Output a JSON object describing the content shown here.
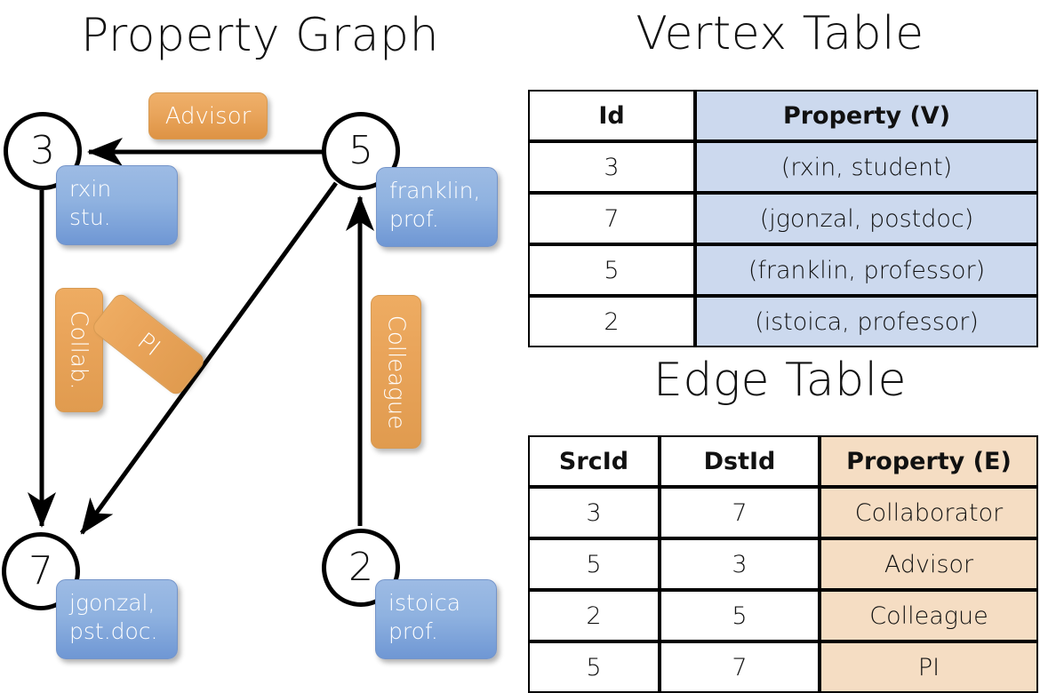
{
  "titles": {
    "property_graph": "Property Graph",
    "vertex_table": "Vertex Table",
    "edge_table": "Edge Table"
  },
  "graph": {
    "nodes": [
      {
        "id": "3",
        "property": "rxin\nstu."
      },
      {
        "id": "5",
        "property": "franklin,\nprof."
      },
      {
        "id": "7",
        "property": "jgonzal,\npst.doc."
      },
      {
        "id": "2",
        "property": "istoica\nprof."
      }
    ],
    "node_labels": {
      "n3": "3",
      "n5": "5",
      "n7": "7",
      "n2": "2"
    },
    "vertex_boxes": {
      "rxin_line1": "rxin",
      "rxin_line2": "stu.",
      "franklin_line1": "franklin,",
      "franklin_line2": "prof.",
      "jgonzal_line1": "jgonzal,",
      "jgonzal_line2": "pst.doc.",
      "istoica_line1": "istoica",
      "istoica_line2": "prof."
    },
    "edge_boxes": {
      "advisor": "Advisor",
      "collab": "Collab.",
      "pi": "PI",
      "colleague": "Colleague"
    },
    "edges": [
      {
        "from": "5",
        "to": "3",
        "label": "Advisor"
      },
      {
        "from": "3",
        "to": "7",
        "label": "Collab."
      },
      {
        "from": "5",
        "to": "7",
        "label": "PI"
      },
      {
        "from": "2",
        "to": "5",
        "label": "Colleague"
      }
    ]
  },
  "vertex_table": {
    "headers": [
      "Id",
      "Property (V)"
    ],
    "rows": [
      {
        "id": "3",
        "property": "(rxin, student)"
      },
      {
        "id": "7",
        "property": "(jgonzal, postdoc)"
      },
      {
        "id": "5",
        "property": "(franklin, professor)"
      },
      {
        "id": "2",
        "property": "(istoica, professor)"
      }
    ]
  },
  "edge_table": {
    "headers": [
      "SrcId",
      "DstId",
      "Property (E)"
    ],
    "rows": [
      {
        "src": "3",
        "dst": "7",
        "property": "Collaborator"
      },
      {
        "src": "5",
        "dst": "3",
        "property": "Advisor"
      },
      {
        "src": "2",
        "dst": "5",
        "property": "Colleague"
      },
      {
        "src": "5",
        "dst": "7",
        "property": "PI"
      }
    ]
  },
  "colors": {
    "vertex_accent": "#ccd9ee",
    "edge_accent": "#f5ddc3",
    "vertex_callout": "#8fb2e0",
    "edge_callout": "#e9a55c",
    "stroke": "#000000"
  }
}
